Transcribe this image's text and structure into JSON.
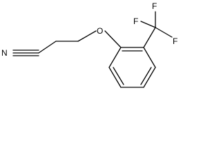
{
  "molecule": {
    "atoms": {
      "nitrogen": "N",
      "oxygen": "O",
      "fluorine_top": "F",
      "fluorine_right": "F",
      "fluorine_left": "F"
    },
    "line_color": "#000000",
    "background_color": "#ffffff"
  }
}
